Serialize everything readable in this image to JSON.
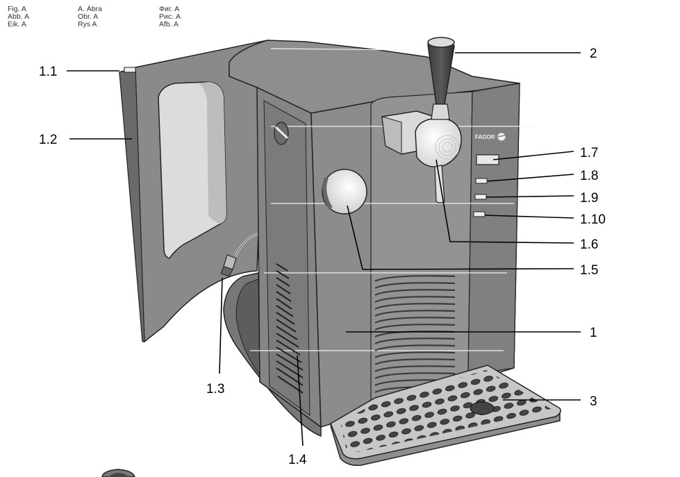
{
  "figure_labels": {
    "col1": [
      "Fig. A",
      "Abb. A",
      "Eik. A"
    ],
    "col2": [
      "A. Ábra",
      "Obr. A",
      "Rys A"
    ],
    "col3": [
      "Фиг. A",
      "Рис. A",
      "Afb. A"
    ]
  },
  "brand": "FAGOR",
  "callouts": [
    {
      "id": "c-1-1",
      "label": "1.1"
    },
    {
      "id": "c-1-2",
      "label": "1.2"
    },
    {
      "id": "c-1-3",
      "label": "1.3"
    },
    {
      "id": "c-1-4",
      "label": "1.4"
    },
    {
      "id": "c-2",
      "label": "2"
    },
    {
      "id": "c-1-7",
      "label": "1.7"
    },
    {
      "id": "c-1-8",
      "label": "1.8"
    },
    {
      "id": "c-1-9",
      "label": "1.9"
    },
    {
      "id": "c-1-10",
      "label": "1.10"
    },
    {
      "id": "c-1-6",
      "label": "1.6"
    },
    {
      "id": "c-1-5",
      "label": "1.5"
    },
    {
      "id": "c-1",
      "label": "1"
    },
    {
      "id": "c-3",
      "label": "3"
    }
  ],
  "colors": {
    "body": "#858585",
    "body_dark": "#6e6e6e",
    "body_light": "#a0a0a0",
    "outline": "#222222",
    "tray": "#bdbdbd"
  }
}
